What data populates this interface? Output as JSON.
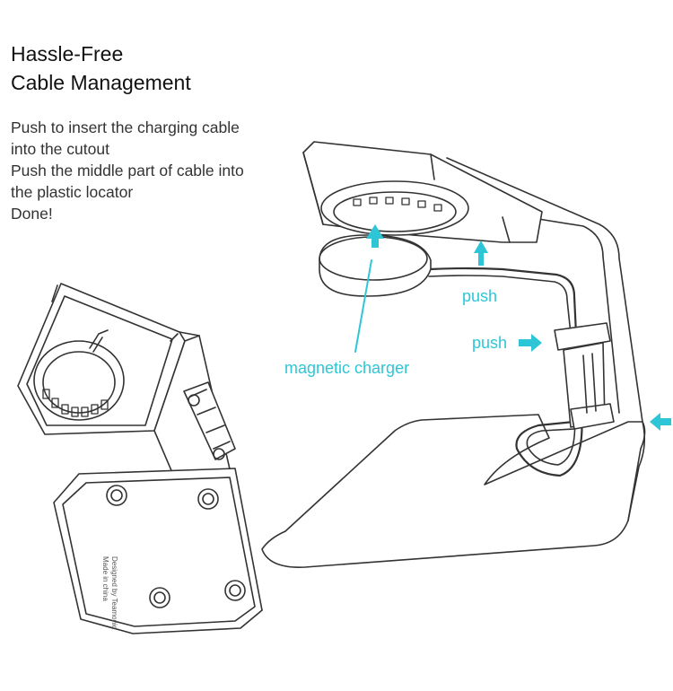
{
  "heading": {
    "line1": "Hassle-Free",
    "line2": "Cable Management"
  },
  "instructions": [
    "Push to insert the charging cable",
    "into the cutout",
    "Push the middle part of cable into",
    "the plastic locator",
    "Done!"
  ],
  "labels": {
    "push_top": "push",
    "push_side": "push",
    "magnetic_charger": "magnetic charger"
  },
  "stand_base_stamp": {
    "line1": "Designed by Teamonic",
    "line2": "Made in china"
  },
  "colors": {
    "accent": "#2ec6d6",
    "line": "#333333",
    "text": "#333333"
  }
}
